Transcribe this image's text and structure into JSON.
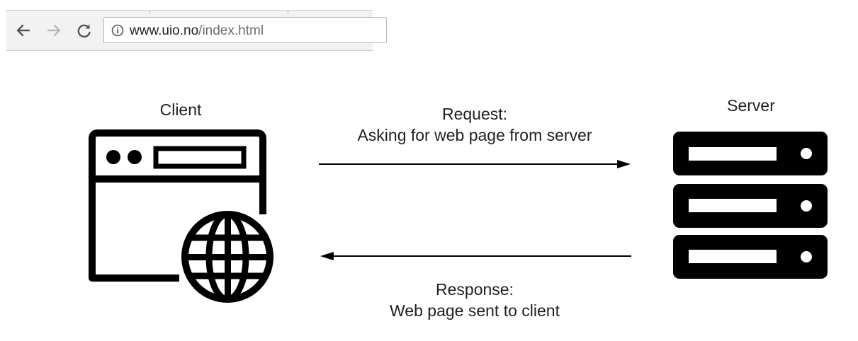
{
  "browser": {
    "url_host": "www.uio.no",
    "url_path": "/index.html",
    "icons": [
      "back-arrow-icon",
      "forward-arrow-icon",
      "reload-icon",
      "info-icon"
    ]
  },
  "diagram": {
    "client_label": "Client",
    "server_label": "Server",
    "request": {
      "title": "Request:",
      "description": "Asking for web page from server"
    },
    "response": {
      "title": "Response:",
      "description": "Web page sent to client"
    },
    "icons": [
      "browser-window-icon",
      "globe-icon",
      "server-rack-icon",
      "request-arrow-icon",
      "response-arrow-icon"
    ],
    "colors": {
      "ink": "#000000",
      "text": "#1f1f1f",
      "toolbar": "#f2f2f2"
    }
  }
}
